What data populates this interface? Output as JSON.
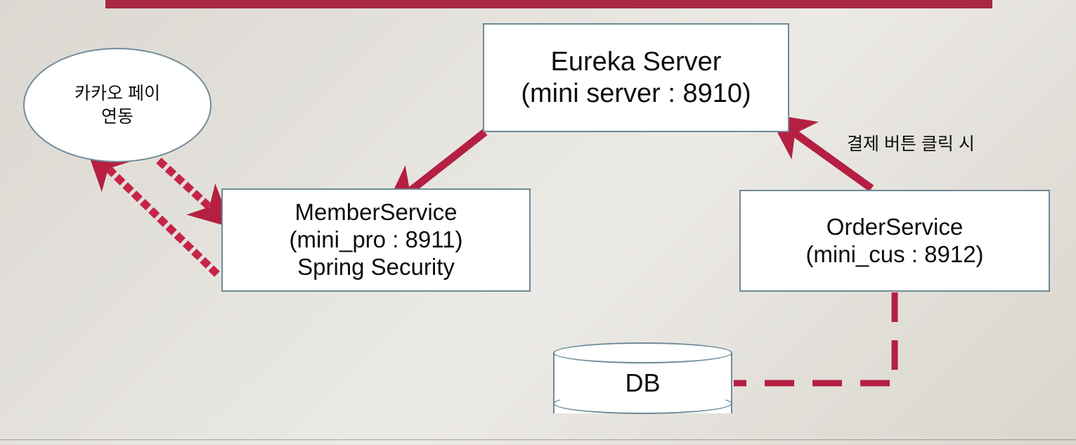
{
  "slide": {
    "accent_color": "#a82844",
    "node_border_color": "#6f8b97",
    "background_color": "#e2dfd9"
  },
  "nodes": {
    "kakao_pay": {
      "line1": "카카오 페이",
      "line2": "연동"
    },
    "eureka": {
      "line1": "Eureka Server",
      "line2": "(mini server : 8910)"
    },
    "member_service": {
      "line1": "MemberService",
      "line2": "(mini_pro : 8911)",
      "line3": "Spring Security"
    },
    "order_service": {
      "line1": "OrderService",
      "line2": "(mini_cus : 8912)"
    },
    "database": {
      "label": "DB"
    }
  },
  "annotations": {
    "payment_click": "결제 버튼 클릭 시"
  }
}
